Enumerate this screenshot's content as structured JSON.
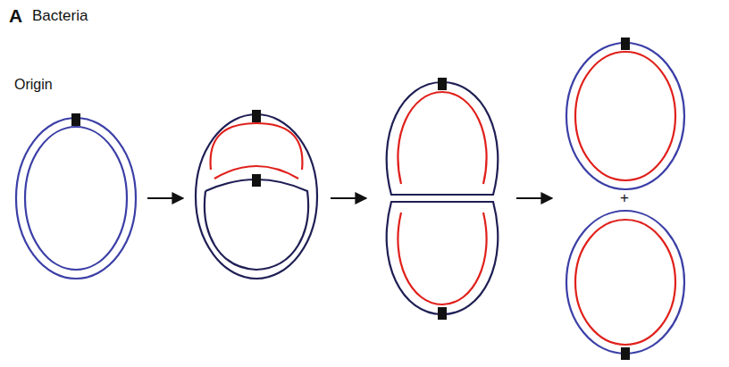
{
  "diagram": {
    "labels": [
      "A",
      "Bacteria",
      "Origin",
      "+"
    ]
  }
}
